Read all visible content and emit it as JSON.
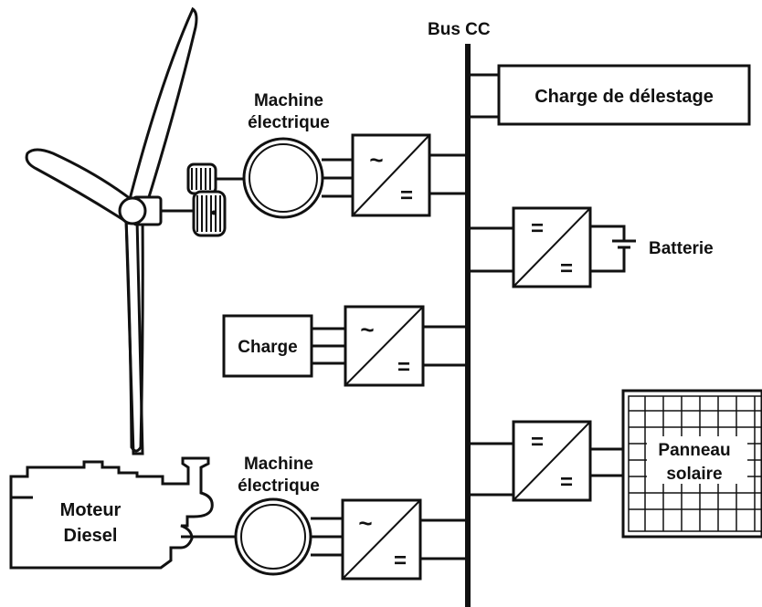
{
  "diagram": {
    "bus_label": "Bus CC",
    "blocks": {
      "dump_load": "Charge de délestage",
      "battery": "Batterie",
      "load": "Charge",
      "solar_panel": [
        "Panneau",
        "solaire"
      ],
      "diesel_engine": [
        "Moteur",
        "Diesel"
      ],
      "wind_machine": [
        "Machine",
        "électrique"
      ],
      "diesel_machine": [
        "Machine",
        "électrique"
      ]
    },
    "converter_symbols": {
      "ac": "~",
      "dc": "="
    },
    "colors": {
      "ink": "#111111",
      "background": "#ffffff",
      "wind_blade": "#ffffff"
    },
    "icons": [
      "wind-turbine-icon",
      "gearbox-icon",
      "battery-icon",
      "solar-panel-icon",
      "diesel-engine-icon"
    ]
  }
}
